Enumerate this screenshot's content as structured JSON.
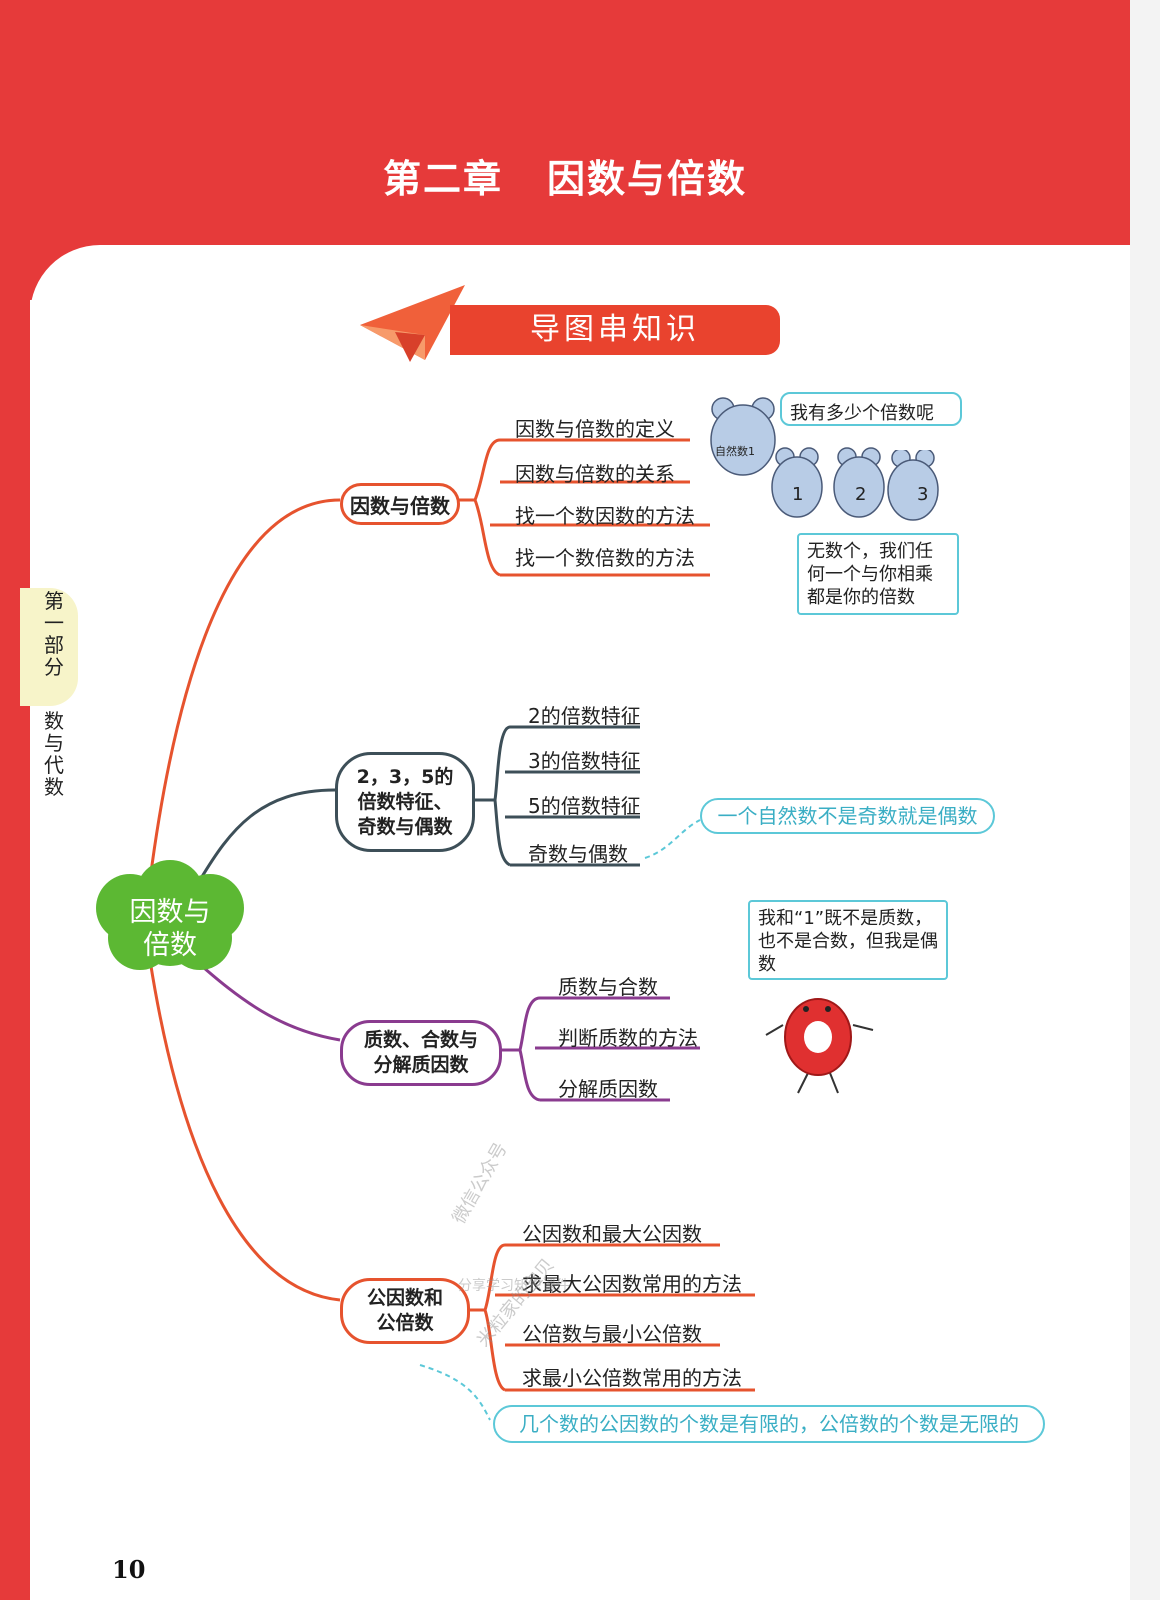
{
  "header": {
    "chapter": "第二章",
    "title": "因数与倍数"
  },
  "side_tab": {
    "part": "第一部分",
    "section": "数与代数"
  },
  "banner": "导图串知识",
  "root": "因数与倍数",
  "branches": [
    {
      "title": "因数与倍数",
      "items": [
        "因数与倍数的定义",
        "因数与倍数的关系",
        "找一个数因数的方法",
        "找一个数倍数的方法"
      ]
    },
    {
      "title": "2，3，5的倍数特征、奇数与偶数",
      "title_lines": [
        "2，3，5的",
        "倍数特征、",
        "奇数与偶数"
      ],
      "items": [
        "2的倍数特征",
        "3的倍数特征",
        "5的倍数特征",
        "奇数与偶数"
      ]
    },
    {
      "title": "质数、合数与分解质因数",
      "title_lines": [
        "质数、合数与",
        "分解质因数"
      ],
      "items": [
        "质数与合数",
        "判断质数的方法",
        "分解质因数"
      ]
    },
    {
      "title": "公因数和公倍数",
      "title_lines": [
        "公因数和",
        "公倍数"
      ],
      "items": [
        "公因数和最大公因数",
        "求最大公因数常用的方法",
        "公倍数与最小公倍数",
        "求最小公倍数常用的方法"
      ]
    }
  ],
  "bubbles": {
    "mouse_question": "我有多少个倍数呢",
    "mouse_label": "自然数1",
    "mouse_numbers": [
      "1",
      "2",
      "3"
    ],
    "mouse_answer": "无数个，我们任何一个与你相乘都是你的倍数",
    "zero_speech": "我和“1”既不是质数，也不是合数，但我是偶数"
  },
  "notes": {
    "odd_even": "一个自然数不是奇数就是偶数",
    "finite": "几个数的公因数的个数是有限的，公倍数的个数是无限的"
  },
  "watermark": [
    "微信公众号",
    "分享学习知识课件",
    "米粒家的宝贝"
  ],
  "page_number": "10",
  "colors": {
    "header": "#e63a3a",
    "branch1": "#e6532e",
    "branch2": "#3d4f58",
    "branch3": "#8a3b8f",
    "branch4": "#e6532e",
    "root_cloud": "#5cb833",
    "note": "#5cc8d8"
  }
}
